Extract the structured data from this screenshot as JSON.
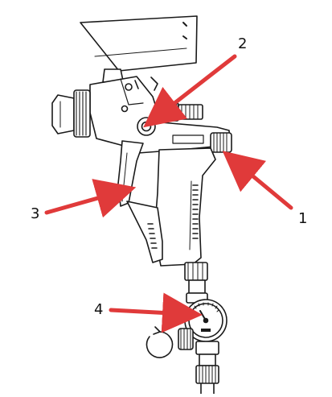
{
  "figure": {
    "subject": "spray gun",
    "colors": {
      "line": "#1a1a1a",
      "arrow": "#e03a3a",
      "background": "#ffffff"
    }
  },
  "callouts": [
    {
      "id": "1",
      "label": "1"
    },
    {
      "id": "2",
      "label": "2"
    },
    {
      "id": "3",
      "label": "3"
    },
    {
      "id": "4",
      "label": "4"
    }
  ],
  "brand_plate": "",
  "icons": {
    "rotate": "rotate-arrow-icon",
    "gauge": "pressure-gauge-icon"
  }
}
